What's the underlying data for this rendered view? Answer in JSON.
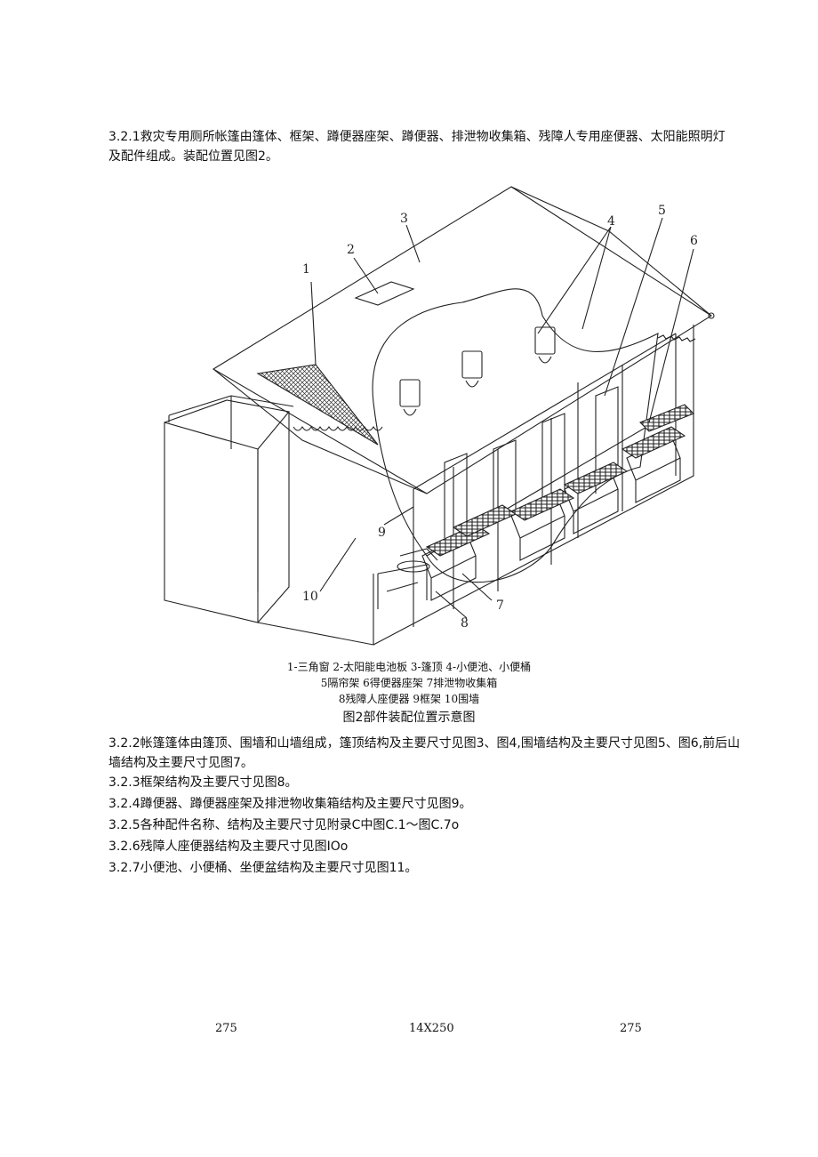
{
  "intro": "3.2.1救灾专用厕所帐篷由篷体、框架、蹲便器座架、蹲便器、排泄物收集箱、残障人专用座便器、太阳能照明灯及配件组成。装配位置见图2。",
  "figure": {
    "callouts": [
      "1",
      "2",
      "3",
      "4",
      "5",
      "6",
      "7",
      "8",
      "9",
      "10"
    ],
    "legend_lines": [
      "1-三角窗 2-太阳能电池板 3-篷顶 4-小便池、小便桶",
      "5隔帘架 6得便器座架 7排泄物收集箱",
      "8残障人座便器 9框架 10围墙"
    ],
    "caption": "图2部件装配位置示意图"
  },
  "sections": {
    "s322": "3.2.2帐篷篷体由篷顶、围墙和山墙组成，篷顶结构及主要尺寸见图3、图4,围墙结构及主要尺寸见图5、图6,前后山墙结构及主要尺寸见图7。",
    "s323": "3.2.3框架结构及主要尺寸见图8。",
    "s324": "3.2.4蹲便器、蹲便器座架及排泄物收集箱结构及主要尺寸见图9。",
    "s325": "3.2.5各种配件名称、结构及主要尺寸见附录C中图C.1〜图C.7o",
    "s326": "3.2.6残障人座便器结构及主要尺寸见图IOo",
    "s327": "3.2.7小便池、小便桶、坐便盆结构及主要尺寸见图11。"
  },
  "dimensions": [
    "275",
    "14X250",
    "275"
  ]
}
